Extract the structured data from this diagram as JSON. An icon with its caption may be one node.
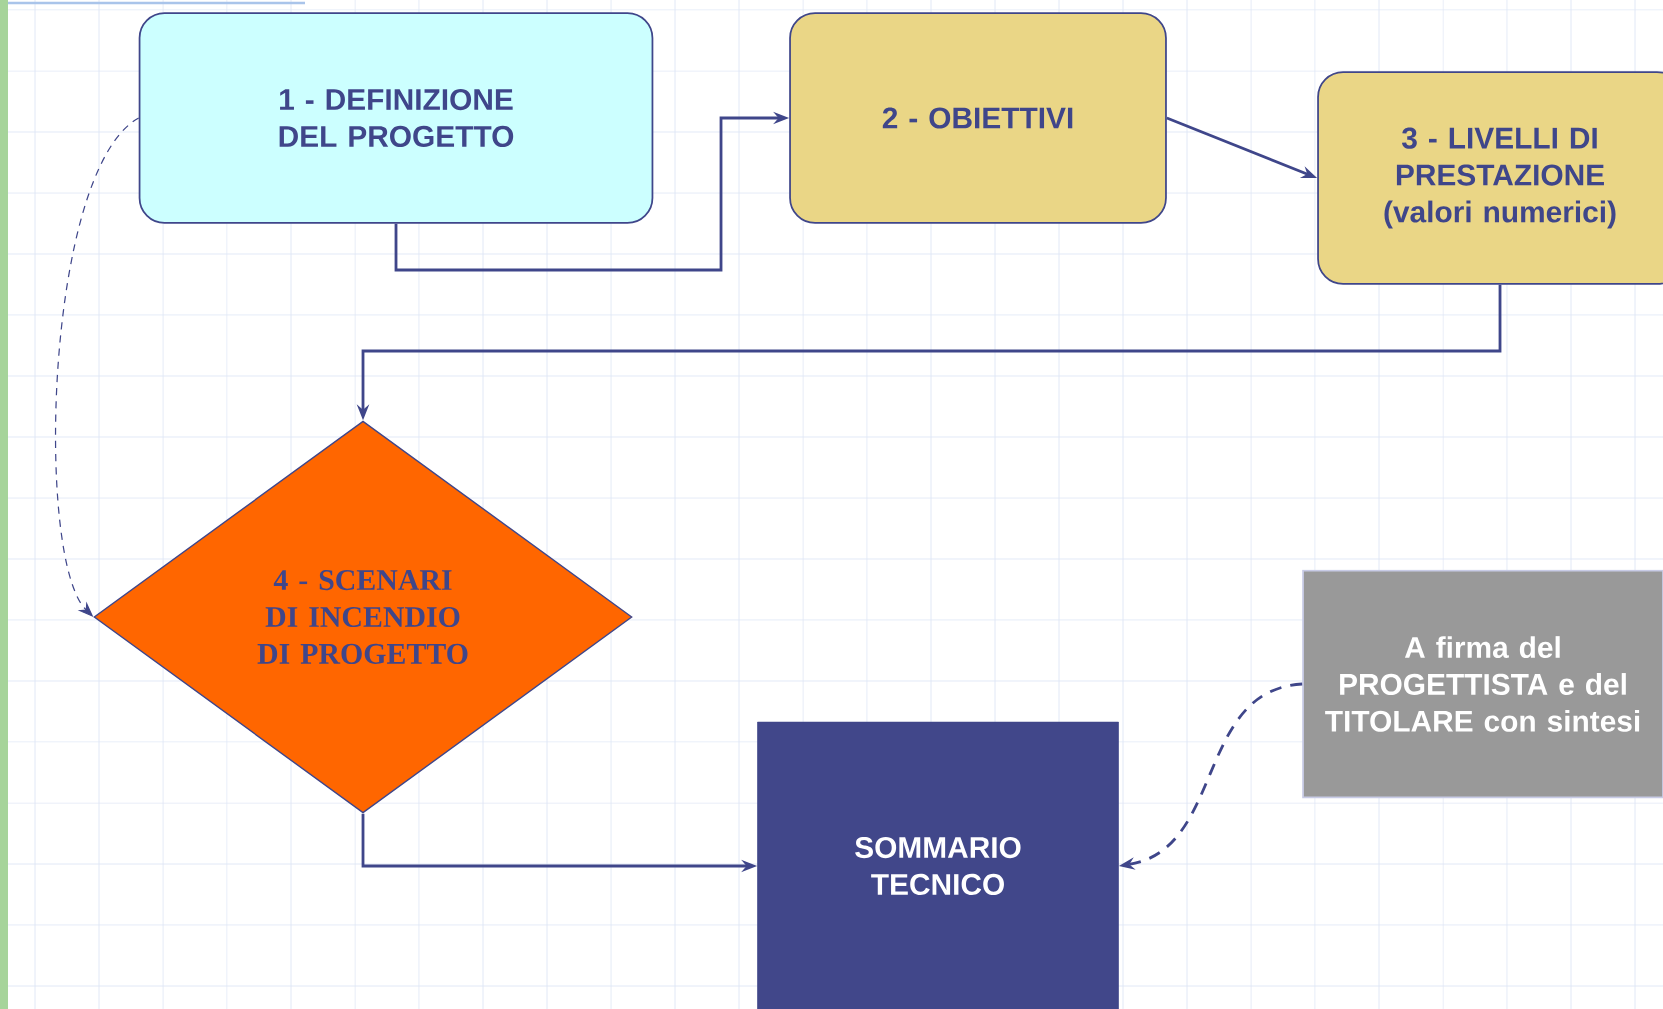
{
  "diagram": {
    "nodes": [
      {
        "text": [
          "1 - DEFINIZIONE DEL PROGETTO"
        ]
      },
      {
        "text": [
          "2 - OBIETTIVI"
        ]
      },
      {
        "text": [
          "3 - LIVELLI DI PRESTAZIONE (valori numerici)"
        ]
      },
      {
        "text": [
          "4 - SCENARI DI INCENDIO DI PROGETTO"
        ]
      },
      {
        "text": [
          "SOMMARIO TECNICO"
        ]
      },
      {
        "text": [
          "A firma del PROGETTISTA e del TITOLARE con sintesi"
        ]
      }
    ],
    "edges": [
      {
        "from": 0,
        "to": 1,
        "arrow": "to"
      },
      {
        "from": 1,
        "to": 2,
        "arrow": "to"
      },
      {
        "from": 2,
        "to": 3,
        "arrow": "to"
      },
      {
        "from": 0,
        "to": 3,
        "arrow": "to",
        "style": "dashed"
      },
      {
        "from": 3,
        "to": 4,
        "arrow": "to"
      },
      {
        "from": 5,
        "to": 4,
        "arrow": "to",
        "style": "dashed"
      }
    ]
  }
}
